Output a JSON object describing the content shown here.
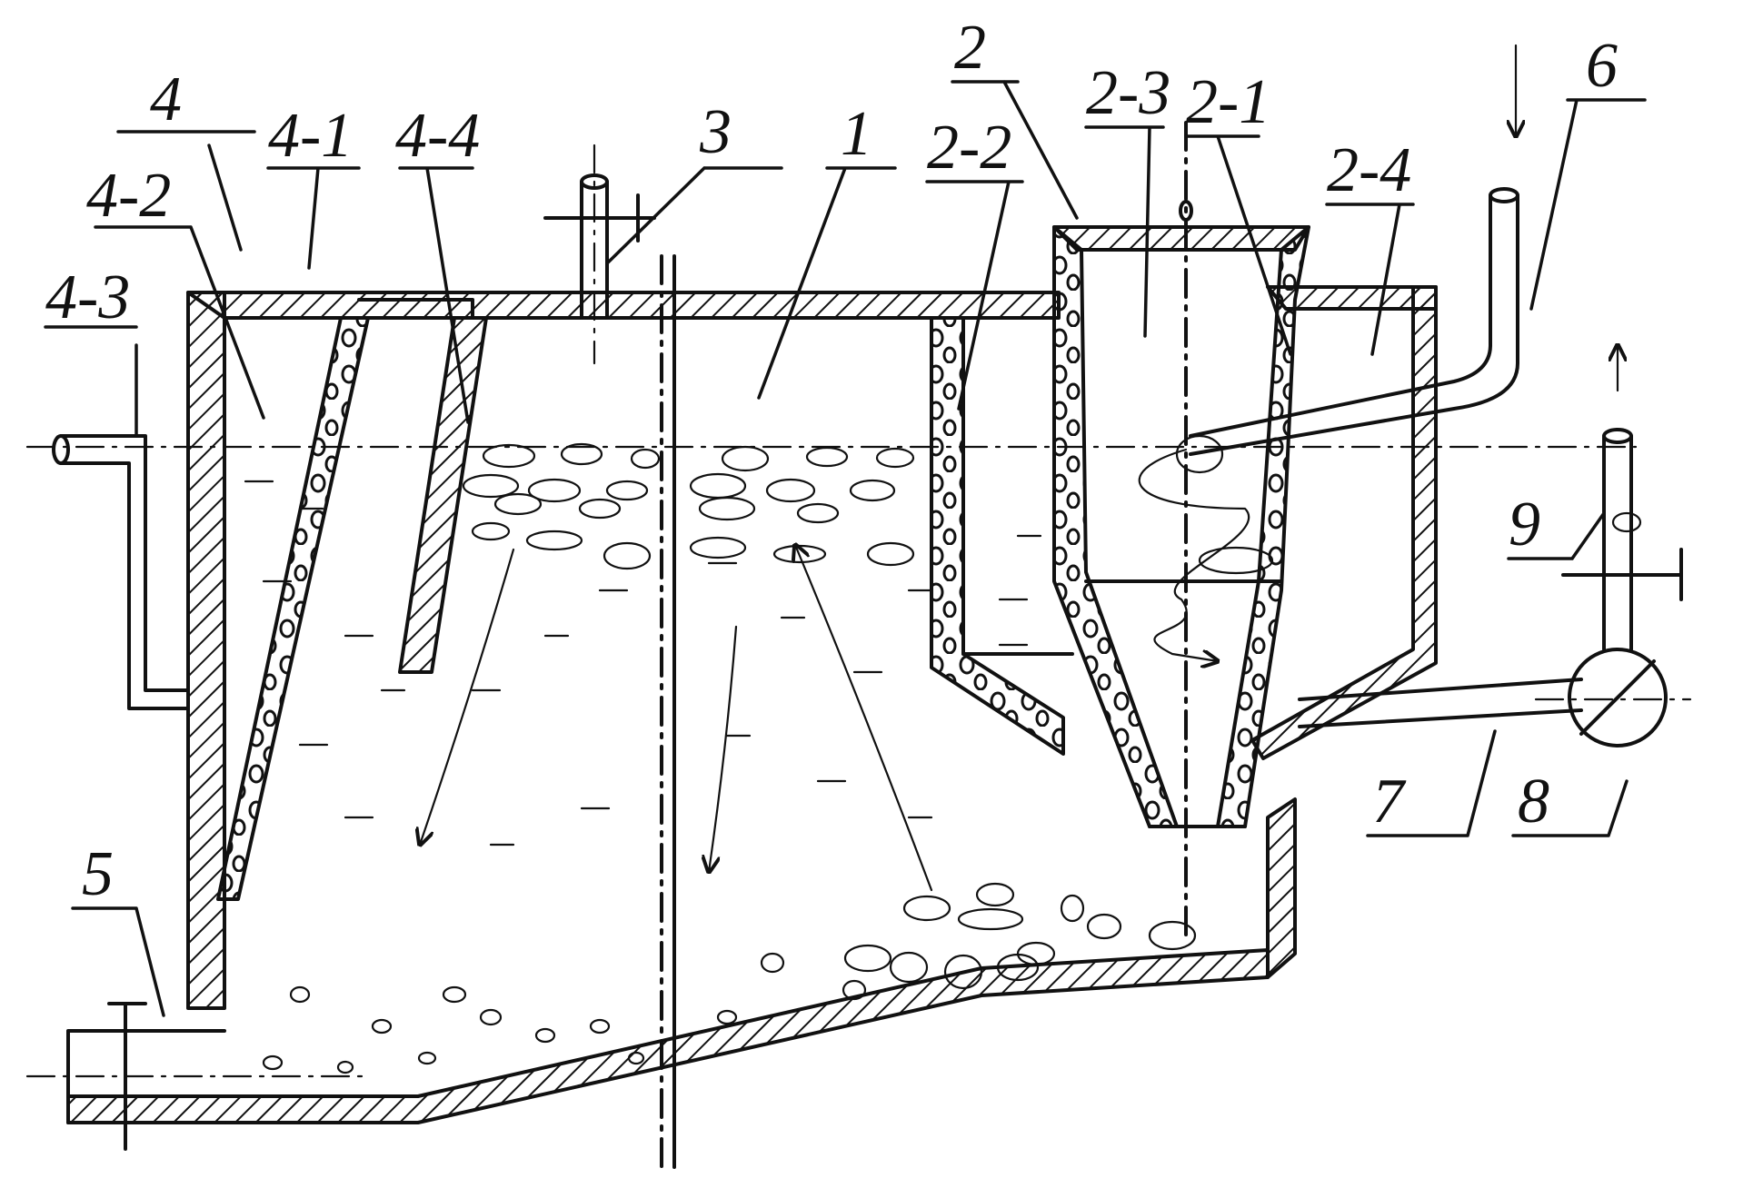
{
  "labels": {
    "l4": "4",
    "l4_1": "4-1",
    "l4_4": "4-4",
    "l4_2": "4-2",
    "l4_3": "4-3",
    "l3": "3",
    "l1": "1",
    "l2_2": "2-2",
    "l2": "2",
    "l2_3": "2-3",
    "l2_1": "2-1",
    "l2_4": "2-4",
    "l6": "6",
    "l9": "9",
    "l5": "5",
    "l7": "7",
    "l8": "8"
  },
  "colors": {
    "ink": "#111111",
    "paper": "#ffffff"
  }
}
